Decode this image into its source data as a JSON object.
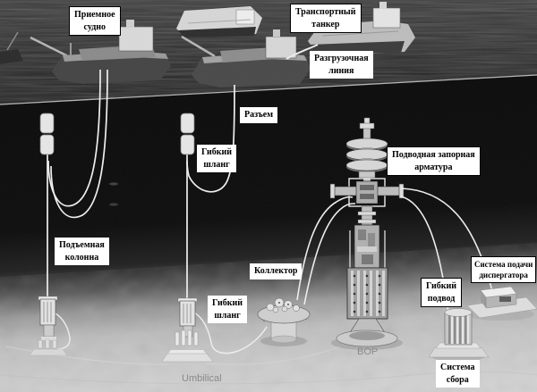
{
  "labels": {
    "receiving_vessel": {
      "line1": "Приемное",
      "line2": "судно"
    },
    "transport_tanker": {
      "line1": "Транспортный",
      "line2": "танкер"
    },
    "unloading_line": {
      "line1": "Разгрузочная",
      "line2": "линия"
    },
    "connector": {
      "line1": "Разъем"
    },
    "flexible_hose_upper": {
      "line1": "Гибкий",
      "line2": "шланг"
    },
    "riser_column": {
      "line1": "Подъемная",
      "line2": "колонна"
    },
    "subsea_valve": {
      "line1": "Подводная запорная",
      "line2": "арматура"
    },
    "manifold": {
      "line1": "Коллектор"
    },
    "flexible_hose_lower": {
      "line1": "Гибкий",
      "line2": "шланг"
    },
    "dispersant_system": {
      "line1": "Система подачи",
      "line2": "диспергатора"
    },
    "flexible_lead": {
      "line1": "Гибкий",
      "line2": "подвод"
    },
    "bop": {
      "line1": "BOP"
    },
    "collection_system": {
      "line1": "Система",
      "line2": "сбора"
    },
    "umbilical": {
      "line1": "Umbilical"
    }
  },
  "colors": {
    "label_bg": "#ffffff",
    "label_border": "#000000",
    "label_text": "#000000",
    "caption_gray": "#8a8a8a",
    "water_dark": "#303030",
    "deep_dark": "#0c0c0c",
    "seabed_light": "#d2d2d2",
    "flowline_white": "#f2f2f2"
  }
}
